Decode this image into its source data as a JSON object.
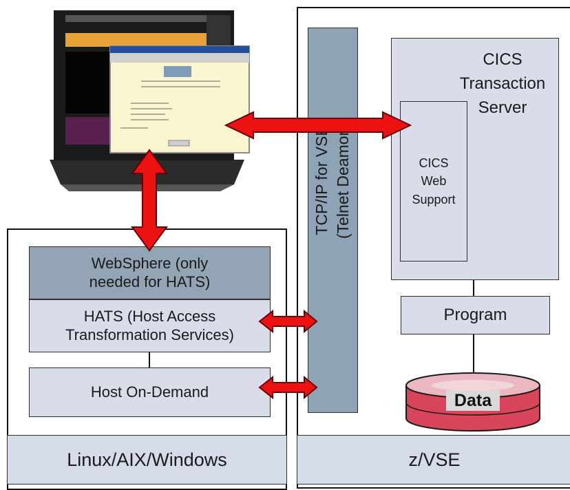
{
  "right_system": {
    "cics_ts_label": "CICS\nTransaction\nServer",
    "cics_web_support_label": "CICS\nWeb\nSupport",
    "program_label": "Program",
    "data_label": "Data",
    "tcpip_label": "TCP/IP for VSE\n(Telnet Deamon)",
    "platform_label": "z/VSE"
  },
  "left_system": {
    "websphere_label": "WebSphere (only\nneeded for HATS)",
    "hats_label": "HATS (Host Access\nTransformation Services)",
    "hod_label": "Host On-Demand",
    "platform_label": "Linux/AIX/Windows"
  },
  "colors": {
    "box_fill": "#d9dde9",
    "dark_box_fill": "#93a5b5",
    "tcpip_fill": "#8ea3b5",
    "arrow_red": "#ee1111",
    "db_red": "#d8455a"
  },
  "icons": [
    "laptop-browser-icon",
    "database-cylinder-icon",
    "double-headed-arrow-icon"
  ]
}
